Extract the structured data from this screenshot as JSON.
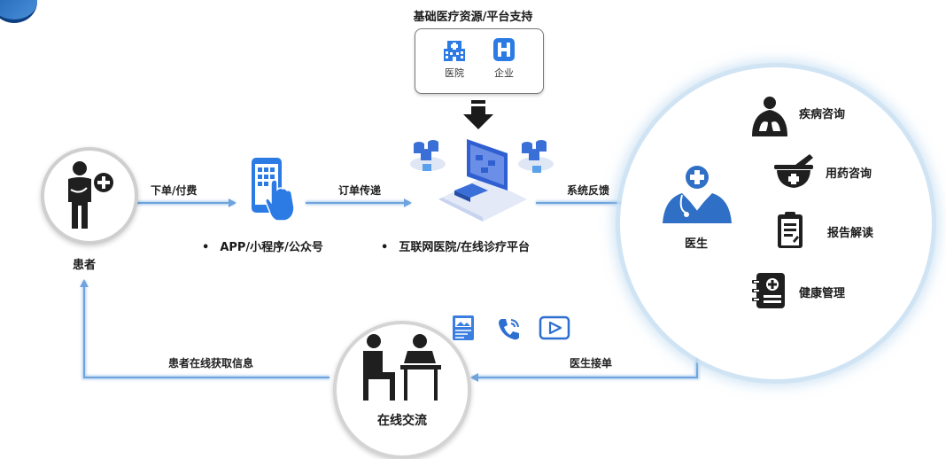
{
  "top_title": "基础医疗资源/平台支持",
  "resources": [
    {
      "label": "医院",
      "icon": "hospital-building-icon"
    },
    {
      "label": "企业",
      "icon": "enterprise-h-icon"
    }
  ],
  "flow": {
    "patient": "患者",
    "order_pay": "下单/付费",
    "app_channels": "APP/小程序/公众号",
    "order_transfer": "订单传递",
    "platform": "互联网医院/在线诊疗平台",
    "system_feedback": "系统反馈",
    "doctor": "医生",
    "doctor_accept": "医生接单",
    "online_comm": "在线交流",
    "patient_get_info": "患者在线获取信息"
  },
  "services": [
    {
      "label": "疾病咨询",
      "icon": "lungs-doctor-icon"
    },
    {
      "label": "用药咨询",
      "icon": "mortar-pestle-icon"
    },
    {
      "label": "报告解读",
      "icon": "clipboard-report-icon"
    },
    {
      "label": "健康管理",
      "icon": "health-record-icon"
    }
  ],
  "comm_icons": [
    "image-card-icon",
    "phone-call-icon",
    "video-play-icon"
  ],
  "colors": {
    "accent_blue": "#2c7be5",
    "arrow_blue": "#7aa9e0",
    "icon_dark": "#1f1f1f",
    "glow": "#cce2f3"
  }
}
